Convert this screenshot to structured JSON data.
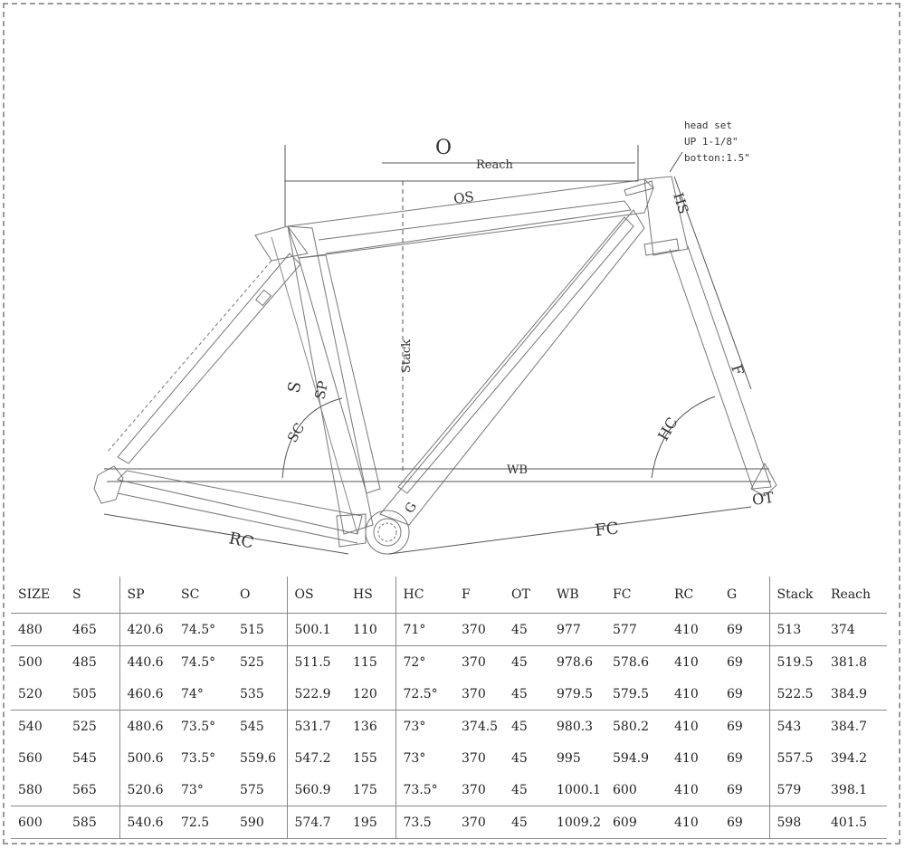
{
  "diagram": {
    "labels": {
      "O": "O",
      "Reach": "Reach",
      "OS": "OS",
      "HS": "HS",
      "F": "F",
      "HC": "HC",
      "Stack": "Stack",
      "S": "S",
      "SP": "SP",
      "SC": "SC",
      "WB": "WB",
      "G": "G",
      "RC": "RC",
      "FC": "FC",
      "OT": "OT"
    },
    "headset_note": {
      "line1": "head set",
      "line2": "UP 1-1/8\"",
      "line3": "botton:1.5\""
    }
  },
  "table": {
    "columns": [
      "SIZE",
      "S",
      "SP",
      "SC",
      "O",
      "OS",
      "HS",
      "HC",
      "F",
      "OT",
      "WB",
      "FC",
      "RC",
      "G",
      "Stack",
      "Reach"
    ],
    "rows": [
      [
        "480",
        "465",
        "420.6",
        "74.5°",
        "515",
        "500.1",
        "110",
        "71°",
        "370",
        "45",
        "977",
        "577",
        "410",
        "69",
        "513",
        "374"
      ],
      [
        "500",
        "485",
        "440.6",
        "74.5°",
        "525",
        "511.5",
        "115",
        "72°",
        "370",
        "45",
        "978.6",
        "578.6",
        "410",
        "69",
        "519.5",
        "381.8"
      ],
      [
        "520",
        "505",
        "460.6",
        "74°",
        "535",
        "522.9",
        "120",
        "72.5°",
        "370",
        "45",
        "979.5",
        "579.5",
        "410",
        "69",
        "522.5",
        "384.9"
      ],
      [
        "540",
        "525",
        "480.6",
        "73.5°",
        "545",
        "531.7",
        "136",
        "73°",
        "374.5",
        "45",
        "980.3",
        "580.2",
        "410",
        "69",
        "543",
        "384.7"
      ],
      [
        "560",
        "545",
        "500.6",
        "73.5°",
        "559.6",
        "547.2",
        "155",
        "73°",
        "370",
        "45",
        "995",
        "594.9",
        "410",
        "69",
        "557.5",
        "394.2"
      ],
      [
        "580",
        "565",
        "520.6",
        "73°",
        "575",
        "560.9",
        "175",
        "73.5°",
        "370",
        "45",
        "1000.1",
        "600",
        "410",
        "69",
        "579",
        "398.1"
      ],
      [
        "600",
        "585",
        "540.6",
        "72.5",
        "590",
        "574.7",
        "195",
        "73.5",
        "370",
        "45",
        "1009.2",
        "609",
        "410",
        "69",
        "598",
        "401.5"
      ]
    ]
  }
}
